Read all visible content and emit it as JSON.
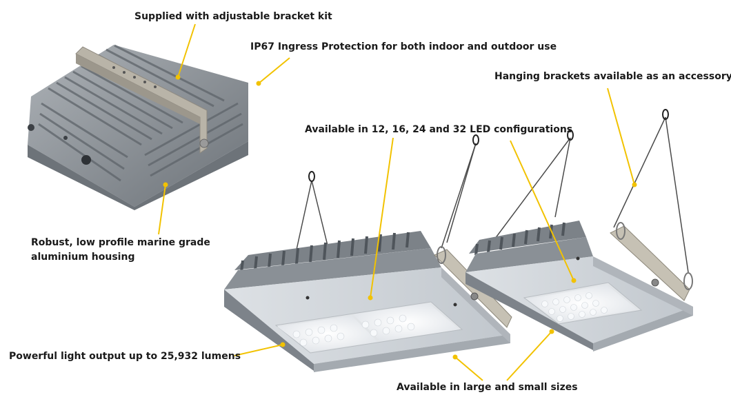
{
  "colors": {
    "leader": "#f2c200",
    "text": "#1a1a1a",
    "housing": "#8f959b",
    "housing_dark": "#6f757b",
    "lens_face": "#d4d9de",
    "led": "#ffffff",
    "bracket": "#b9b4a8"
  },
  "callouts": {
    "bracket_kit": "Supplied with adjustable bracket kit",
    "ip67": "IP67 Ingress Protection for both indoor and outdoor use",
    "hanging_brackets": "Hanging brackets available as an accessory",
    "led_configs": "Available in 12, 16, 24 and 32 LED configurations",
    "housing_line1": "Robust, low profile marine grade",
    "housing_line2": "aluminium housing",
    "light_output": "Powerful light output up to 25,932 lumens",
    "sizes": "Available in large and small sizes"
  },
  "images": {
    "fixture_back": "bracket-mounted-floodlight-rear-view",
    "fixture_large": "large-pendant-led-fixture",
    "fixture_small": "small-pendant-led-fixture"
  }
}
